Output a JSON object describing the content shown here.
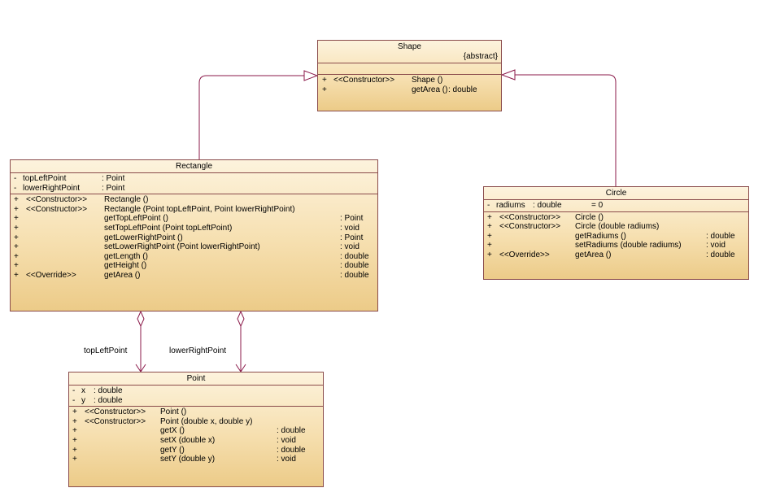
{
  "classes": {
    "shape": {
      "name": "Shape",
      "stereotype": "{abstract}",
      "ops": [
        {
          "vis": "+",
          "stereo": "<<Constructor>>",
          "sig": "Shape ()",
          "type": ""
        },
        {
          "vis": "+",
          "stereo": "",
          "sig": "getArea ()",
          "type": ": double"
        }
      ]
    },
    "rectangle": {
      "name": "Rectangle",
      "attrs": [
        {
          "vis": "-",
          "name": "topLeftPoint",
          "type": ": Point"
        },
        {
          "vis": "-",
          "name": "lowerRightPoint",
          "type": ": Point"
        }
      ],
      "ops": [
        {
          "vis": "+",
          "stereo": "<<Constructor>>",
          "sig": "Rectangle ()",
          "type": ""
        },
        {
          "vis": "+",
          "stereo": "<<Constructor>>",
          "sig": "Rectangle (Point topLeftPoint, Point lowerRightPoint)",
          "type": ""
        },
        {
          "vis": "+",
          "stereo": "",
          "sig": "getTopLeftPoint ()",
          "type": ": Point"
        },
        {
          "vis": "+",
          "stereo": "",
          "sig": "setTopLeftPoint (Point topLeftPoint)",
          "type": ": void"
        },
        {
          "vis": "+",
          "stereo": "",
          "sig": "getLowerRightPoint ()",
          "type": ": Point"
        },
        {
          "vis": "+",
          "stereo": "",
          "sig": "setLowerRightPoint (Point lowerRightPoint)",
          "type": ": void"
        },
        {
          "vis": "+",
          "stereo": "",
          "sig": "getLength ()",
          "type": ": double"
        },
        {
          "vis": "+",
          "stereo": "",
          "sig": "getHeight ()",
          "type": ": double"
        },
        {
          "vis": "+",
          "stereo": "<<Override>>",
          "sig": "getArea ()",
          "type": ": double"
        }
      ]
    },
    "circle": {
      "name": "Circle",
      "attrs": [
        {
          "vis": "-",
          "name": "radiums",
          "type": ": double",
          "init": "= 0"
        }
      ],
      "ops": [
        {
          "vis": "+",
          "stereo": "<<Constructor>>",
          "sig": "Circle ()",
          "type": ""
        },
        {
          "vis": "+",
          "stereo": "<<Constructor>>",
          "sig": "Circle (double radiums)",
          "type": ""
        },
        {
          "vis": "+",
          "stereo": "",
          "sig": "getRadiums ()",
          "type": ": double"
        },
        {
          "vis": "+",
          "stereo": "",
          "sig": "setRadiums (double radiums)",
          "type": ": void"
        },
        {
          "vis": "+",
          "stereo": "<<Override>>",
          "sig": "getArea ()",
          "type": ": double"
        }
      ]
    },
    "point": {
      "name": "Point",
      "attrs": [
        {
          "vis": "-",
          "name": "x",
          "type": ": double"
        },
        {
          "vis": "-",
          "name": "y",
          "type": ": double"
        }
      ],
      "ops": [
        {
          "vis": "+",
          "stereo": "<<Constructor>>",
          "sig": "Point ()",
          "type": ""
        },
        {
          "vis": "+",
          "stereo": "<<Constructor>>",
          "sig": "Point (double x, double y)",
          "type": ""
        },
        {
          "vis": "+",
          "stereo": "",
          "sig": "getX ()",
          "type": ": double"
        },
        {
          "vis": "+",
          "stereo": "",
          "sig": "setX (double x)",
          "type": ": void"
        },
        {
          "vis": "+",
          "stereo": "",
          "sig": "getY ()",
          "type": ": double"
        },
        {
          "vis": "+",
          "stereo": "",
          "sig": "setY (double y)",
          "type": ": void"
        }
      ]
    }
  },
  "associations": {
    "top_left_label": "topLeftPoint",
    "lower_right_label": "lowerRightPoint"
  },
  "colors": {
    "line": "#8b1a4a",
    "border": "#8a4b4b"
  }
}
